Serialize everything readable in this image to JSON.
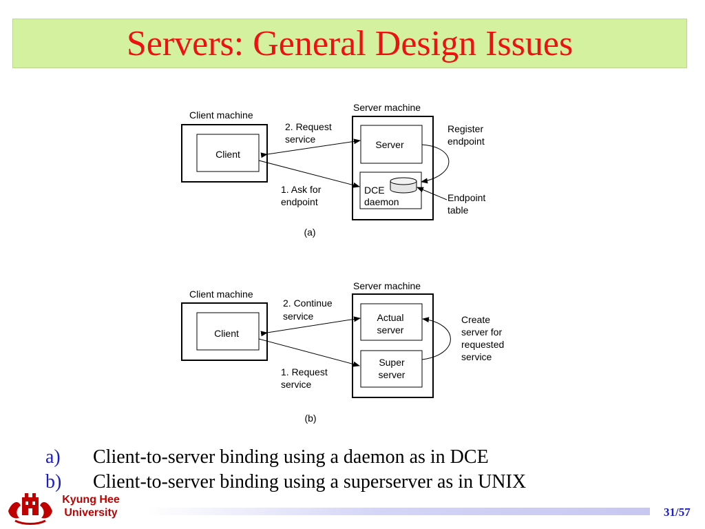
{
  "slide": {
    "title": "Servers: General Design Issues",
    "page_number": "31/57",
    "university": [
      "Kyung Hee",
      "University"
    ]
  },
  "diagram_a": {
    "client_machine_label": "Client machine",
    "client_label": "Client",
    "server_machine_label": "Server machine",
    "server_label": "Server",
    "daemon_label": [
      "DCE",
      "daemon"
    ],
    "request_service_label": [
      "2. Request",
      "service"
    ],
    "ask_endpoint_label": [
      "1. Ask for",
      "endpoint"
    ],
    "register_endpoint_label": [
      "Register",
      "endpoint"
    ],
    "endpoint_table_label": [
      "Endpoint",
      "table"
    ],
    "caption": "(a)"
  },
  "diagram_b": {
    "client_machine_label": "Client machine",
    "client_label": "Client",
    "server_machine_label": "Server machine",
    "actual_server_label": [
      "Actual",
      "server"
    ],
    "super_server_label": [
      "Super",
      "server"
    ],
    "continue_service_label": [
      "2. Continue",
      "service"
    ],
    "request_service_label": [
      "1. Request",
      "service"
    ],
    "create_server_label": [
      "Create",
      "server for",
      "requested",
      "service"
    ],
    "caption": "(b)"
  },
  "bullets": [
    {
      "marker": "a)",
      "text": "Client-to-server binding using a daemon as in DCE"
    },
    {
      "marker": "b)",
      "text": "Client-to-server binding using a superserver as in UNIX"
    }
  ],
  "colors": {
    "title_background": "#d4f1a0",
    "title_text": "#ee1111",
    "bullet_marker": "#1a1ad0",
    "university_text": "#c00000",
    "page_number": "#1a1ad0"
  }
}
